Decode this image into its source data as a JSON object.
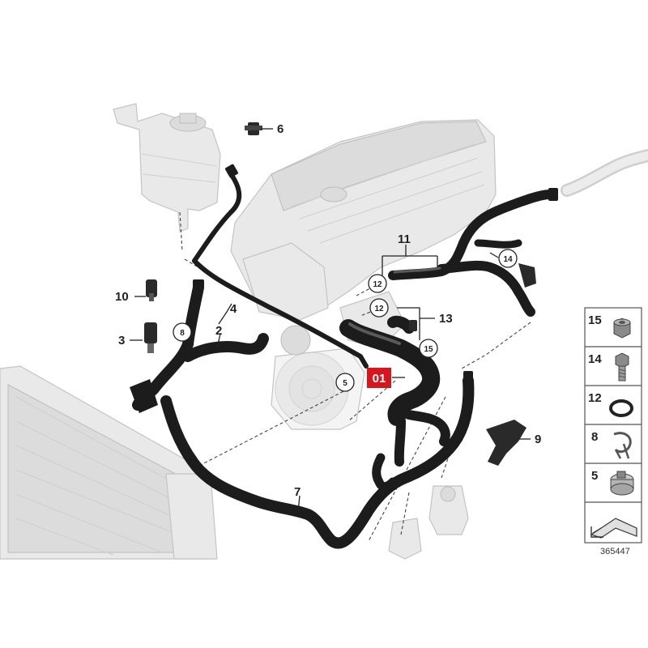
{
  "callouts": [
    {
      "id": "c1",
      "label": "6"
    },
    {
      "id": "c2",
      "label": "11"
    },
    {
      "id": "c3",
      "label": "10"
    },
    {
      "id": "c4",
      "label": "4"
    },
    {
      "id": "c5",
      "label": "2"
    },
    {
      "id": "c6",
      "label": "3"
    },
    {
      "id": "c7",
      "label": "13"
    },
    {
      "id": "c8",
      "label": "9"
    },
    {
      "id": "c9",
      "label": "7"
    }
  ],
  "circled_callouts": [
    {
      "id": "k1",
      "label": "14"
    },
    {
      "id": "k2",
      "label": "12"
    },
    {
      "id": "k3",
      "label": "12"
    },
    {
      "id": "k4",
      "label": "8"
    },
    {
      "id": "k5",
      "label": "15"
    },
    {
      "id": "k6",
      "label": "5"
    }
  ],
  "highlight_callout": {
    "label": "01",
    "color": "#d9141b"
  },
  "legend": [
    {
      "label": "15",
      "icon": "hex-nut-icon"
    },
    {
      "label": "14",
      "icon": "hex-bolt-icon"
    },
    {
      "label": "12",
      "icon": "o-ring-icon"
    },
    {
      "label": "8",
      "icon": "spring-clip-icon"
    },
    {
      "label": "5",
      "icon": "hose-clamp-icon"
    }
  ],
  "legend_footer_icon": "arrow-direction-icon",
  "doc_number": "365447",
  "colors": {
    "hose": "#1c1c1c",
    "ghost_parts": "#e9e9e9",
    "highlight": "#d9141b"
  }
}
